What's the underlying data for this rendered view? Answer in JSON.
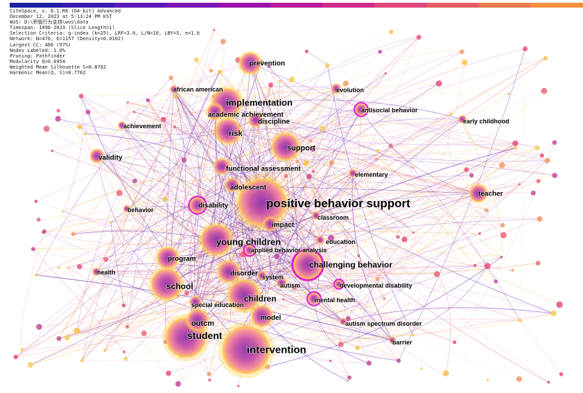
{
  "header": {
    "info_lines": [
      "CiteSpace, v. 6.1.R6 (64-bit) Advanced",
      "December 12, 2023 at 5:13:24 PM KST",
      "WoS: D:\\积极行为支持\\wos\\data",
      "Timespan: 1996-2023 (Slice Length=1)",
      "Selection Criteria: g-index (k=25), LRF=3.0, L/N=10, LBY=5, e=1.0",
      "Network: N=476, E=1157 (Density=0.0102)",
      "Largest CC: 466 (97%)",
      "Nodes Labeled: 1.0%",
      "Pruning: Pathfinder",
      "Modularity Q=0.6954",
      "Weighted Mean Silhouette S=0.8782",
      "Harmonic Mean(Q, S)=0.7762"
    ],
    "timeline_colors": [
      "#1f1fa0",
      "#3a1bb0",
      "#5a18b8",
      "#7a14b4",
      "#9a12a8",
      "#b8189a",
      "#cf2c8a",
      "#df4678",
      "#e85e64",
      "#ef7a4e",
      "#f39040"
    ]
  },
  "colors": {
    "node_center": "#8a2fb0",
    "node_mid": "#f3889a",
    "node_outer": "#ffd24a",
    "ring": "#e020d0",
    "edge_palette": [
      "#f2a8c8",
      "#f5c27a",
      "#c9a0e0",
      "#7a3ab8",
      "#f7d58a",
      "#e98aa8"
    ]
  },
  "keywords": [
    {
      "label": "positive behavior support",
      "size": 50,
      "font": 17,
      "ring": false
    },
    {
      "label": "intervention",
      "size": 50,
      "font": 15,
      "ring": false
    },
    {
      "label": "student",
      "size": 42,
      "font": 14,
      "ring": false
    },
    {
      "label": "implementation",
      "size": 30,
      "font": 13,
      "ring": false
    },
    {
      "label": "young children",
      "size": 32,
      "font": 13,
      "ring": false
    },
    {
      "label": "challenging behavior",
      "size": 30,
      "font": 12,
      "ring": true
    },
    {
      "label": "children",
      "size": 32,
      "font": 12,
      "ring": false
    },
    {
      "label": "school",
      "size": 32,
      "font": 12,
      "ring": false
    },
    {
      "label": "support",
      "size": 28,
      "font": 11,
      "ring": false
    },
    {
      "label": "risk",
      "size": 26,
      "font": 11,
      "ring": false
    },
    {
      "label": "prevention",
      "size": 22,
      "font": 10,
      "ring": false
    },
    {
      "label": "outcm",
      "size": 22,
      "font": 11,
      "ring": false
    },
    {
      "label": "model",
      "size": 22,
      "font": 10,
      "ring": false
    },
    {
      "label": "program",
      "size": 22,
      "font": 10,
      "ring": false
    },
    {
      "label": "disorder",
      "size": 22,
      "font": 10,
      "ring": false
    },
    {
      "label": "functional assessment",
      "size": 16,
      "font": 10,
      "ring": false
    },
    {
      "label": "academic achievement",
      "size": 16,
      "font": 10,
      "ring": false
    },
    {
      "label": "discipline",
      "size": 14,
      "font": 10,
      "ring": false
    },
    {
      "label": "adolescent",
      "size": 14,
      "font": 10,
      "ring": false
    },
    {
      "label": "disability",
      "size": 16,
      "font": 10,
      "ring": true
    },
    {
      "label": "impact",
      "size": 14,
      "font": 10,
      "ring": false
    },
    {
      "label": "teacher",
      "size": 18,
      "font": 10,
      "ring": false
    },
    {
      "label": "validity",
      "size": 14,
      "font": 10,
      "ring": false
    },
    {
      "label": "antisocial behavior",
      "size": 12,
      "font": 9,
      "ring": true
    },
    {
      "label": "evolution",
      "size": 10,
      "font": 9,
      "ring": false
    },
    {
      "label": "mental health",
      "size": 12,
      "font": 9,
      "ring": true
    },
    {
      "label": "special education",
      "size": 12,
      "font": 9,
      "ring": false
    },
    {
      "label": "african american",
      "size": 8,
      "font": 9,
      "ring": false
    },
    {
      "label": "achievement",
      "size": 8,
      "font": 9,
      "ring": false
    },
    {
      "label": "early childhood",
      "size": 8,
      "font": 9,
      "ring": false
    },
    {
      "label": "elementary",
      "size": 8,
      "font": 9,
      "ring": false
    },
    {
      "label": "behavior",
      "size": 7,
      "font": 9,
      "ring": false
    },
    {
      "label": "classroom",
      "size": 8,
      "font": 9,
      "ring": false
    },
    {
      "label": "education",
      "size": 8,
      "font": 9,
      "ring": false
    },
    {
      "label": "applied behavior analysis",
      "size": 10,
      "font": 9,
      "ring": true
    },
    {
      "label": "system",
      "size": 9,
      "font": 9,
      "ring": false
    },
    {
      "label": "autism",
      "size": 10,
      "font": 9,
      "ring": false
    },
    {
      "label": "developmental disability",
      "size": 8,
      "font": 9,
      "ring": true
    },
    {
      "label": "autism spectrum disorder",
      "size": 7,
      "font": 9,
      "ring": false
    },
    {
      "label": "barrier",
      "size": 7,
      "font": 9,
      "ring": false
    },
    {
      "label": "health",
      "size": 8,
      "font": 9,
      "ring": false
    }
  ]
}
